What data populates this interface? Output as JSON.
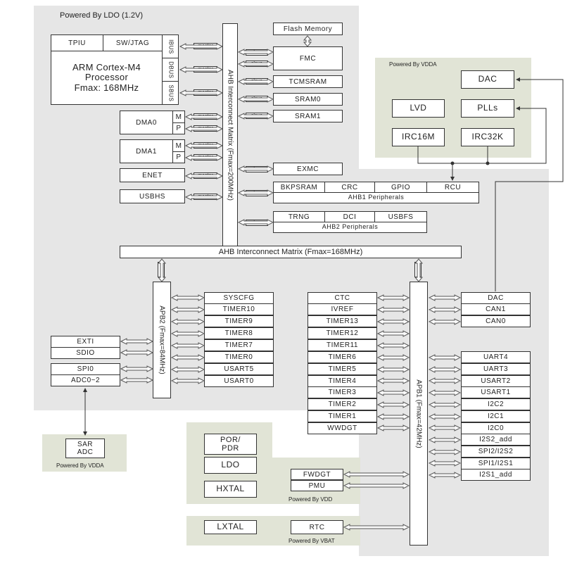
{
  "ldo_region": {
    "label": "Powered By LDO (1.2V)",
    "cpu": {
      "tpiu": "TPIU",
      "swjtag": "SW/JTAG",
      "line1": "ARM Cortex-M4",
      "line2": "Processor",
      "line3": "Fmax: 168MHz",
      "ibus": "IBUS",
      "dbus": "DBUS",
      "sbus": "SBUS"
    },
    "dma0": "DMA0",
    "dma1": "DMA1",
    "port_m": "M",
    "port_p": "P",
    "enet": "ENET",
    "usbhs": "USBHS",
    "master": "master",
    "slave": "slave",
    "ahb_vertical": "AHB Interconnect Matrix (Fmax=200MHz)",
    "ahb_horizontal": "AHB Interconnect Matrix (Fmax=168MHz)",
    "flash": "Flash Memory",
    "fmc": "FMC",
    "tcmsram": "TCMSRAM",
    "sram0": "SRAM0",
    "sram1": "SRAM1",
    "exmc": "EXMC",
    "ahb1": {
      "items": [
        "BKPSRAM",
        "CRC",
        "GPIO",
        "RCU"
      ],
      "label": "AHB1 Peripherals"
    },
    "ahb2": {
      "items": [
        "TRNG",
        "DCI",
        "USBFS"
      ],
      "label": "AHB2 Peripherals"
    }
  },
  "vdda_top": {
    "label": "Powered By VDDA",
    "dac": "DAC",
    "lvd": "LVD",
    "plls": "PLLs",
    "irc16m": "IRC16M",
    "irc32k": "IRC32K"
  },
  "apb2": {
    "label": "APB2 (Fmax=84MHz)",
    "items": [
      "SYSCFG",
      "TIMER10",
      "TIMER9",
      "TIMER8",
      "TIMER7",
      "TIMER0",
      "USART5",
      "USART0"
    ],
    "exti": "EXTI",
    "sdio": "SDIO",
    "spi0": "SPI0",
    "adc": "ADC0~2"
  },
  "apb1": {
    "label": "APB1 (Fmax=42MHz)",
    "left_items": [
      "CTC",
      "IVREF",
      "TIMER13",
      "TIMER12",
      "TIMER11",
      "TIMER6",
      "TIMER5",
      "TIMER4",
      "TIMER3",
      "TIMER2",
      "TIMER1",
      "WWDGT"
    ],
    "right_top": [
      "DAC",
      "CAN1",
      "CAN0"
    ],
    "right_bottom": [
      "UART4",
      "UART3",
      "USART2",
      "USART1",
      "I2C2",
      "I2C1",
      "I2C0",
      "I2S2_add",
      "SPI2/I2S2",
      "SPI1/I2S1",
      "I2S1_add"
    ]
  },
  "sar": {
    "line1": "SAR",
    "line2": "ADC",
    "label": "Powered By VDDA"
  },
  "vdd_region": {
    "por": "POR/\nPDR",
    "ldo": "LDO",
    "hxtal": "HXTAL",
    "fwdgt": "FWDGT",
    "pmu": "PMU",
    "label": "Powered By VDD"
  },
  "vbat_region": {
    "lxtal": "LXTAL",
    "rtc": "RTC",
    "label": "Powered By VBAT"
  },
  "arrow_color": "#555555"
}
